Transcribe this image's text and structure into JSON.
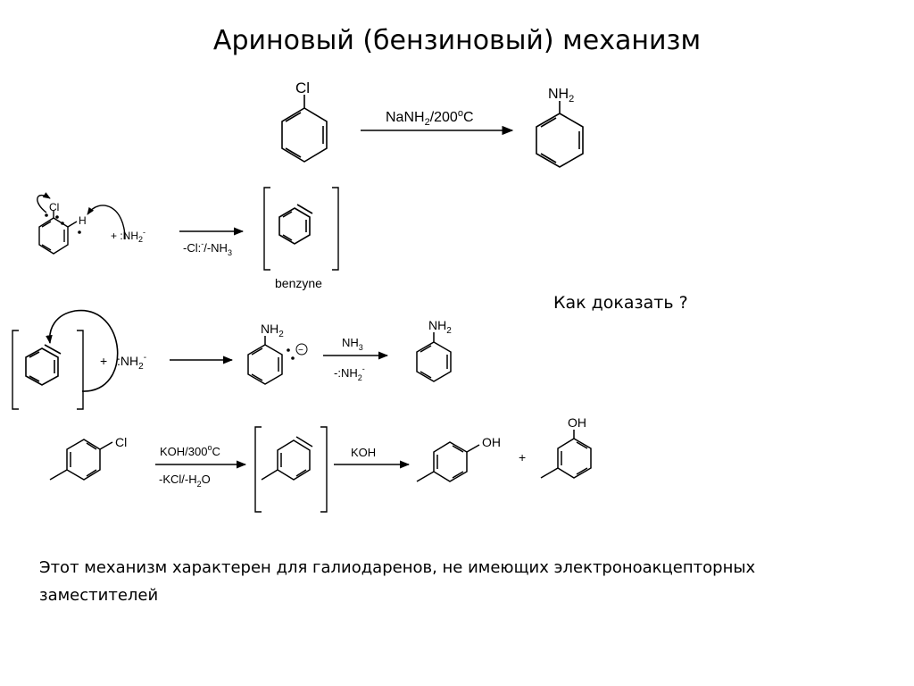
{
  "title": "Ариновый (бензиновый) механизм",
  "reaction1": {
    "reactant_sub": "Cl",
    "reagent_main": "NaNH",
    "reagent_sub": "2",
    "reagent_rest": "/200",
    "reagent_sup": "o",
    "reagent_end": "C",
    "product_sub_main": "NH",
    "product_sub_index": "2"
  },
  "reaction2": {
    "cl": "Cl",
    "h": "H",
    "plus_nh2": "+  :NH",
    "nh2_index": "2",
    "nh2_charge": "-",
    "cond_a": "-Cl:",
    "cond_charge": "-",
    "cond_b": "/-NH",
    "cond_index": "3",
    "benzyne_label": "benzyne"
  },
  "question": "Как доказать ?",
  "reaction3": {
    "plus": "+",
    "nh2": ":NH",
    "nh2_index": "2",
    "nh2_charge": "-",
    "anion_sub": "NH",
    "anion_index": "2",
    "minus_sign": "−",
    "reagent_top": "NH",
    "reagent_top_index": "3",
    "reagent_bottom": "-:NH",
    "reagent_bottom_index": "2",
    "reagent_bottom_charge": "-",
    "product_sub": "NH",
    "product_index": "2"
  },
  "reaction4": {
    "cl": "Cl",
    "cond_top": "KOH/300",
    "cond_top_sup": "o",
    "cond_top_end": "C",
    "cond_bottom": "-KCl/-H",
    "cond_bottom_index": "2",
    "cond_bottom_end": "O",
    "reagent2": "KOH",
    "oh_para": "OH",
    "plus": "+",
    "oh_meta": "OH"
  },
  "caption": "Этот механизм характерен для галиодаренов, не имеющих электроноакцепторных заместителей"
}
